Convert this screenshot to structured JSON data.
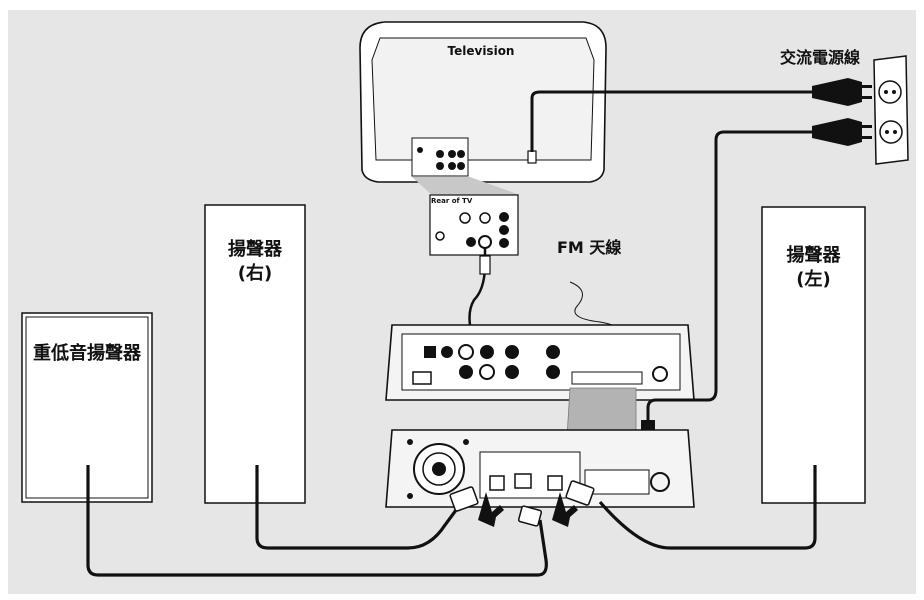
{
  "colors": {
    "background": "#e6e6e6",
    "box_fill": "#ffffff",
    "device_fill": "#f4f4f4",
    "cable": "#111111",
    "ribbon": "#b3b3b3"
  },
  "labels": {
    "tv_title": "Television",
    "tv_rear_title": "Rear of TV",
    "ac_power_cord": "交流電源線",
    "fm_antenna": "FM 天線",
    "speaker_right_line1": "揚聲器",
    "speaker_right_line2": "(右)",
    "speaker_left_line1": "揚聲器",
    "speaker_left_line2": "(左)",
    "subwoofer": "重低音揚聲器"
  },
  "icons": [
    "power-plug-icon",
    "wall-socket-icon",
    "arrow-icon",
    "fan-grille-icon"
  ]
}
